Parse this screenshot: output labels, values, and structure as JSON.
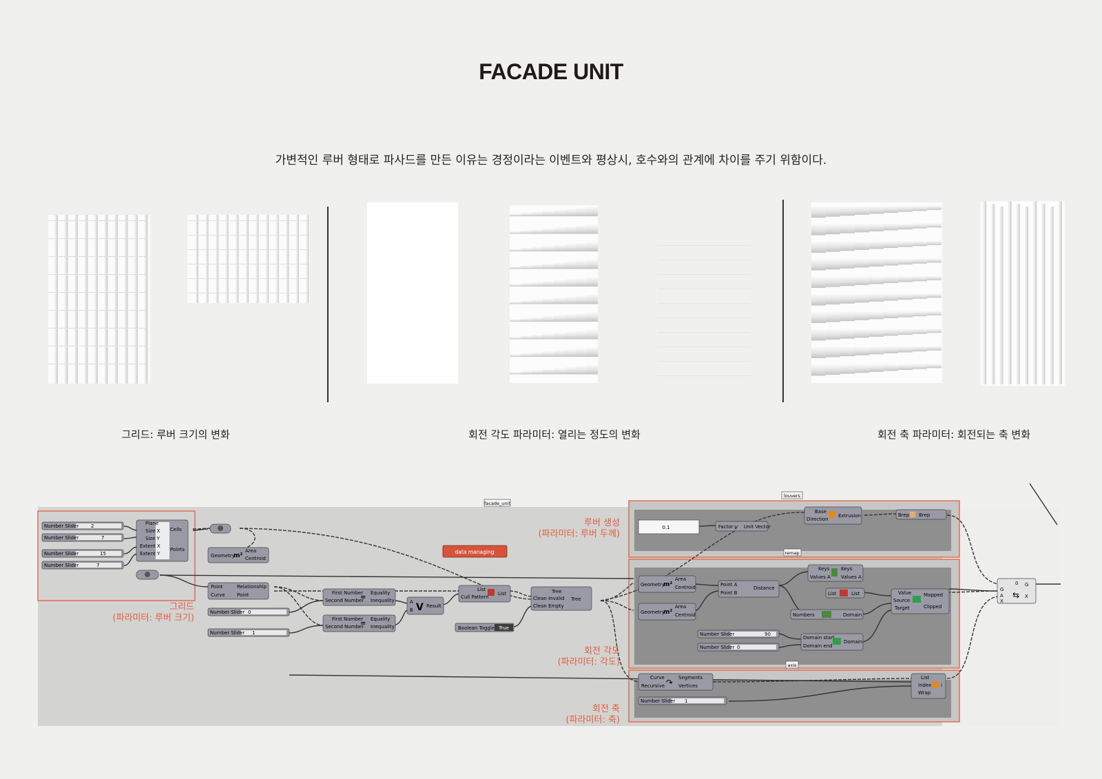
{
  "title": "FACADE UNIT",
  "subtitle": "가변적인 루버 형태로 파사드를 만든 이유는 경정이라는 이벤트와 평상시, 호수와의 관계에 차이를 주기 위함이다.",
  "captions": {
    "grid": "그리드: 루버 크기의 변화",
    "rotation_angle": "회전 각도 파라미터: 열리는 정도의 변화",
    "rotation_axis": "회전 축 파라미터: 회전되는 축 변화"
  },
  "labels": {
    "louver_gen": [
      "루버 생성",
      "(파라미터: 루버 두께)"
    ],
    "grid": [
      "그리드",
      "(파라미터: 루버 크기)"
    ],
    "rot_angle": [
      "회전 각도",
      "(파라미터: 각도)"
    ],
    "rot_axis": [
      "회전 축",
      "(파라미터: 축)"
    ]
  },
  "groups": {
    "facade": "facade_unit",
    "louvers": "louvers",
    "remap": "remap",
    "axis": "axis"
  },
  "data_managing": "data managing",
  "colors": {
    "accent": "#e0603c",
    "canvas": "#d3d3d2",
    "node": "#9a9aa6",
    "group": "#8f8f8f"
  },
  "nodes": {
    "slider1": {
      "label": "Number Slider",
      "value": "2"
    },
    "slider2": {
      "label": "Number Slider",
      "value": "7"
    },
    "slider3": {
      "label": "Number Slider",
      "value": "15"
    },
    "slider4": {
      "label": "Number Slider",
      "value": "7"
    },
    "grid_inputs": [
      "Plane",
      "Size X",
      "Size Y",
      "Extent X",
      "Extent Y"
    ],
    "grid_outputs": [
      "Cells",
      "Points"
    ],
    "area1": {
      "in": [
        "Geometry"
      ],
      "out": [
        "Area",
        "Centroid"
      ]
    },
    "incurve": {
      "in": [
        "Point",
        "Curve"
      ],
      "out": [
        "Relationship",
        "Point"
      ]
    },
    "slider5": {
      "label": "Number Slider",
      "value": "0"
    },
    "slider6": {
      "label": "Number Slider",
      "value": "1"
    },
    "eq1": {
      "in": [
        "First Number",
        "Second Number"
      ],
      "out": [
        "Equality",
        "Inequality"
      ]
    },
    "eq2": {
      "in": [
        "First Number",
        "Second Number"
      ],
      "out": [
        "Equality",
        "Inequality"
      ]
    },
    "or": {
      "in": [
        "A",
        "B"
      ],
      "out": [
        "Result"
      ]
    },
    "cull": {
      "in": [
        "List",
        "Cull Pattern"
      ],
      "out": [
        "List"
      ]
    },
    "toggle": {
      "label": "Boolean Toggle",
      "value": "True"
    },
    "clean": {
      "in": [
        "Tree",
        "Clean Invalid",
        "Clean Empty"
      ],
      "out": [
        "Tree"
      ]
    },
    "panel": "0.1",
    "amplitude": {
      "in": [
        "Factor"
      ],
      "out": [
        "Unit Vector"
      ]
    },
    "extrude": {
      "in": [
        "Base",
        "Direction"
      ],
      "out": [
        "Extrusion"
      ]
    },
    "brep": {
      "in": [
        "Brep"
      ],
      "out": [
        "Brep"
      ]
    },
    "area2": {
      "in": [
        "Geometry"
      ],
      "out": [
        "Area",
        "Centroid"
      ]
    },
    "area3": {
      "in": [
        "Geometry"
      ],
      "out": [
        "Area",
        "Centroid"
      ]
    },
    "distance": {
      "in": [
        "Point A",
        "Point B"
      ],
      "out": [
        "Distance"
      ]
    },
    "sort": {
      "in": [
        "Keys",
        "Values A"
      ],
      "out": [
        "Keys",
        "Values A"
      ]
    },
    "listitem": {
      "in": [
        "List"
      ],
      "out": [
        "List"
      ]
    },
    "bounds": {
      "in": [
        "Numbers"
      ],
      "out": [
        "Domain"
      ]
    },
    "remap": {
      "in": [
        "Value",
        "Source",
        "Target"
      ],
      "out": [
        "Mapped",
        "Clipped"
      ]
    },
    "slider7": {
      "label": "Number Slider",
      "value": "90"
    },
    "slider8": {
      "label": "Number Slider",
      "value": "0"
    },
    "construct": {
      "in": [
        "Domain start",
        "Domain end"
      ],
      "out": [
        "Domain"
      ]
    },
    "explode": {
      "in": [
        "Curve",
        "Recursive"
      ],
      "out": [
        "Segments",
        "Vertices"
      ]
    },
    "listitem2": {
      "in": [
        "List",
        "Index",
        "Wrap"
      ],
      "out": [
        "i"
      ]
    },
    "slider9": {
      "label": "Number Slider",
      "value": "1"
    },
    "rotate": {
      "in": [
        "G",
        "A",
        "X"
      ],
      "out": [
        "G",
        "X"
      ],
      "value": "0"
    }
  }
}
